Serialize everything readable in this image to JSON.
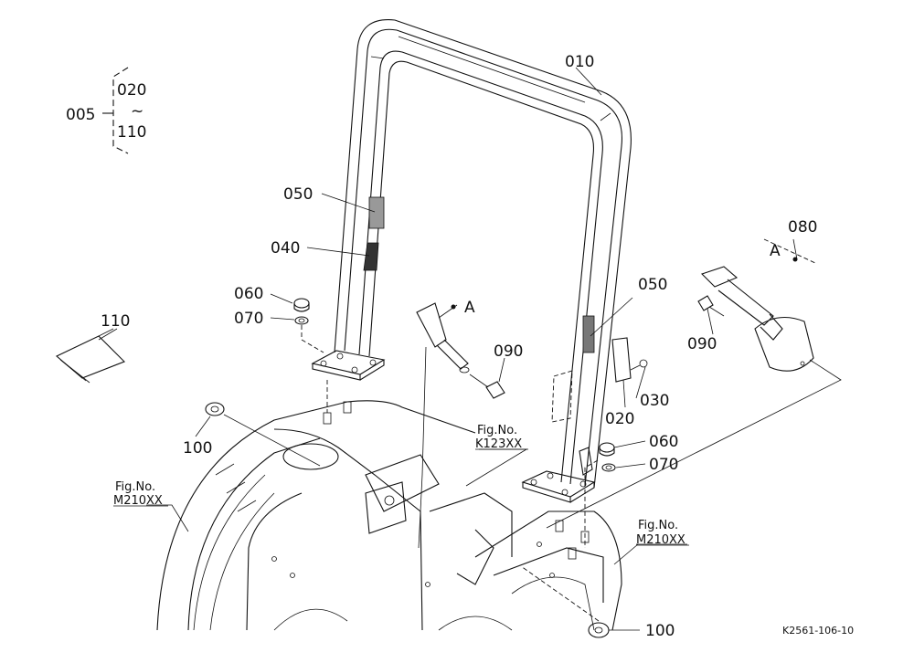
{
  "diagram_code": "K2561-106-10",
  "assembly": {
    "no": "005",
    "range_from": "020",
    "range_sep": "~",
    "range_to": "110"
  },
  "parts": {
    "p010": "010",
    "p020": "020",
    "p030": "030",
    "p040": "040",
    "p050_left": "050",
    "p050_right": "050",
    "p060_left": "060",
    "p060_right": "060",
    "p070_left": "070",
    "p070_right": "070",
    "p080": "080",
    "p090_center": "090",
    "p090_right": "090",
    "p100_left": "100",
    "p100_bottom": "100",
    "p110": "110"
  },
  "refs": {
    "a_center": "A",
    "a_detail": "A"
  },
  "fig_refs": {
    "left": {
      "line1": "Fig.No.",
      "line2": "M210XX"
    },
    "center": {
      "line1": "Fig.No.",
      "line2": "K123XX"
    },
    "right": {
      "line1": "Fig.No.",
      "line2": "M210XX"
    }
  }
}
